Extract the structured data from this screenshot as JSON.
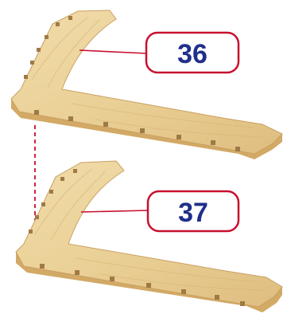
{
  "parts": [
    {
      "part_number": "36"
    },
    {
      "part_number": "37"
    }
  ],
  "colors": {
    "callout_border": "#c8102e",
    "callout_text": "#1f2f8c",
    "leader_line": "#c8102e",
    "move_arrow": "#c8102e",
    "wood_top": "#ecd49a",
    "wood_edge": "#d2a965",
    "wood_notch": "#a07a45"
  },
  "icons": {
    "move_arrow": "dashed-down-arrow"
  }
}
